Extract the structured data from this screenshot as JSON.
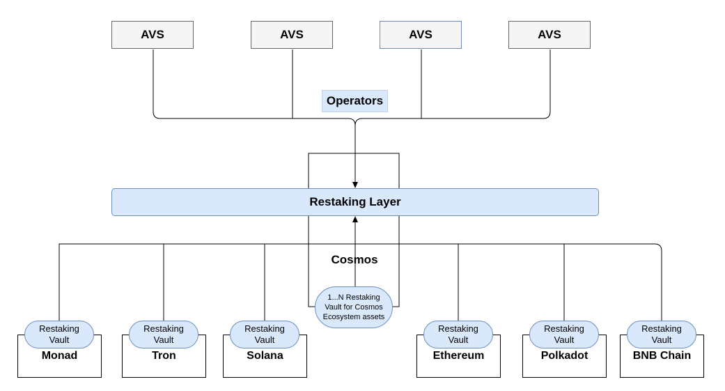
{
  "avs_nodes": [
    {
      "label": "AVS"
    },
    {
      "label": "AVS"
    },
    {
      "label": "AVS"
    },
    {
      "label": "AVS"
    }
  ],
  "operators": {
    "label": "Operators"
  },
  "restaking_layer": {
    "label": "Restaking Layer"
  },
  "cosmos": {
    "label": "Cosmos",
    "vault_label": "1...N Restaking Vault for Cosmos Ecosystem assets"
  },
  "chains": [
    {
      "name": "Monad",
      "vault_label": "Restaking Vault"
    },
    {
      "name": "Tron",
      "vault_label": "Restaking Vault"
    },
    {
      "name": "Solana",
      "vault_label": "Restaking Vault"
    },
    {
      "name": "Ethereum",
      "vault_label": "Restaking Vault"
    },
    {
      "name": "Polkadot",
      "vault_label": "Restaking Vault"
    },
    {
      "name": "BNB Chain",
      "vault_label": "Restaking Vault"
    }
  ],
  "colors": {
    "node_fill": "#dae8fc",
    "node_border": "#6c8ebf",
    "avs_fill": "#f5f5f5",
    "line": "#000000"
  }
}
